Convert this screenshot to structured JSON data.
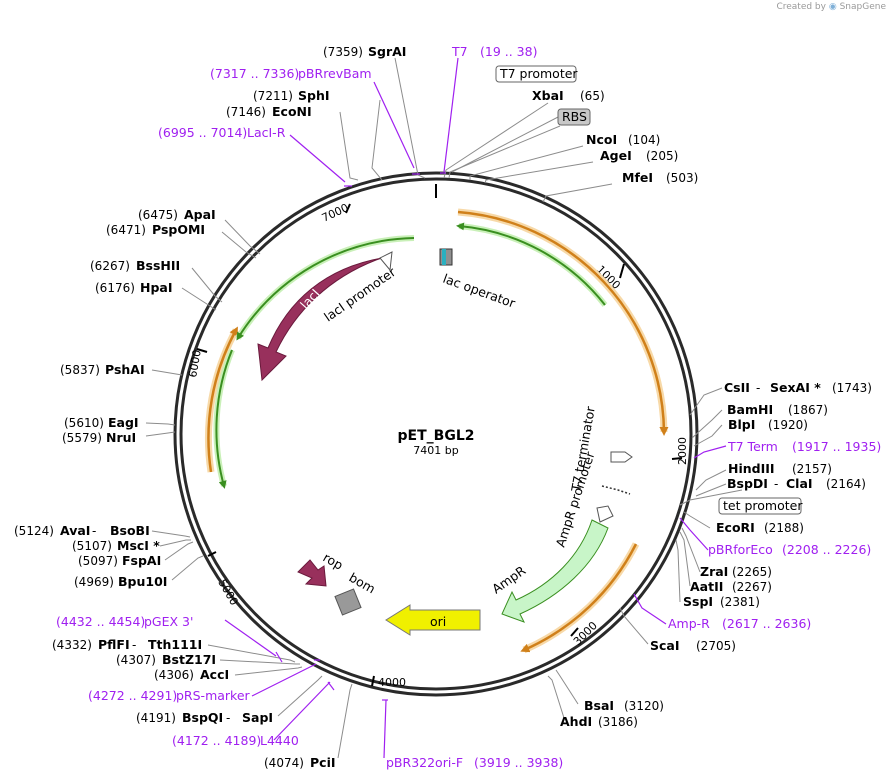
{
  "credit": {
    "prefix": "Created by",
    "brand": "SnapGene"
  },
  "plasmid": {
    "name": "pET_BGL2",
    "length": "7401 bp"
  },
  "colors": {
    "primer": "#a020f0",
    "orf": "#f0a030",
    "green": "#3a8f20",
    "laci": "#98305c",
    "ampr": "#c8f5c8",
    "ori": "#f0f000"
  },
  "ticks": [
    "1000",
    "2000",
    "3000",
    "4000",
    "5000",
    "6000",
    "7000"
  ],
  "sites_right": [
    {
      "name": "SgrAI",
      "pos": "(7359)"
    },
    {
      "name": "XbaI",
      "pos": "(65)"
    },
    {
      "name": "NcoI",
      "pos": "(104)"
    },
    {
      "name": "AgeI",
      "pos": "(205)"
    },
    {
      "name": "MfeI",
      "pos": "(503)"
    },
    {
      "name": "CsII",
      "sep": " - ",
      "name2": "SexAI *",
      "pos": "(1743)"
    },
    {
      "name": "BamHI",
      "pos": "(1867)"
    },
    {
      "name": "BlpI",
      "pos": "(1920)"
    },
    {
      "name": "HindIII",
      "pos": "(2157)"
    },
    {
      "name": "BspDI",
      "sep": " - ",
      "name2": "ClaI",
      "pos": "(2164)"
    },
    {
      "name": "EcoRI",
      "pos": "(2188)"
    },
    {
      "name": "ZraI",
      "pos": "(2265)"
    },
    {
      "name": "AatII",
      "pos": "(2267)"
    },
    {
      "name": "SspI",
      "pos": "(2381)"
    },
    {
      "name": "ScaI",
      "pos": "(2705)"
    },
    {
      "name": "BsaI",
      "pos": "(3120)"
    },
    {
      "name": "AhdI",
      "pos": "(3186)"
    }
  ],
  "sites_left": [
    {
      "name": "SphI",
      "pos": "(7211)"
    },
    {
      "name": "EcoNI",
      "pos": "(7146)"
    },
    {
      "name": "ApaI",
      "pos": "(6475)"
    },
    {
      "name": "PspOMI",
      "pos": "(6471)"
    },
    {
      "name": "BssHII",
      "pos": "(6267)"
    },
    {
      "name": "HpaI",
      "pos": "(6176)"
    },
    {
      "name": "PshAI",
      "pos": "(5837)"
    },
    {
      "name": "EagI",
      "pos": "(5610)"
    },
    {
      "name": "NruI",
      "pos": "(5579)"
    },
    {
      "name": "AvaI",
      "sep": " - ",
      "name2": "BsoBI",
      "pos": "(5124)"
    },
    {
      "name": "MscI *",
      "pos": "(5107)"
    },
    {
      "name": "FspAI",
      "pos": "(5097)"
    },
    {
      "name": "Bpu10I",
      "pos": "(4969)"
    },
    {
      "name": "PflFI",
      "sep": " - ",
      "name2": "Tth111I",
      "pos": "(4332)"
    },
    {
      "name": "BstZ17I",
      "pos": "(4307)"
    },
    {
      "name": "AccI",
      "pos": "(4306)"
    },
    {
      "name": "BspQI",
      "sep": " - ",
      "name2": "SapI",
      "pos": "(4191)"
    },
    {
      "name": "PciI",
      "pos": "(4074)"
    }
  ],
  "primers": [
    {
      "name": "T7",
      "range": "(19 .. 38)"
    },
    {
      "name": "pBRrevBam",
      "range": "(7317 .. 7336)"
    },
    {
      "name": "LacI-R",
      "range": "(6995 .. 7014)"
    },
    {
      "name": "T7 Term",
      "range": "(1917 .. 1935)"
    },
    {
      "name": "pBRforEco",
      "range": "(2208 .. 2226)"
    },
    {
      "name": "Amp-R",
      "range": "(2617 .. 2636)"
    },
    {
      "name": "pGEX 3'",
      "range": "(4432 .. 4454)"
    },
    {
      "name": "pRS-marker",
      "range": "(4272 .. 4291)"
    },
    {
      "name": "L4440",
      "range": "(4172 .. 4189)"
    },
    {
      "name": "pBR322ori-F",
      "range": "(3919 .. 3938)"
    }
  ],
  "boxed_features": {
    "t7_promoter": "T7 promoter",
    "rbs": "RBS",
    "tet_promoter": "tet promoter"
  },
  "features": {
    "lac_operator": "lac operator",
    "laci": "lacI",
    "laci_promoter": "lacI promoter",
    "t7_terminator": "T7 terminator",
    "ampr_promoter": "AmpR promoter",
    "ampr": "AmpR",
    "ori": "ori",
    "rop": "rop",
    "bom": "bom"
  }
}
